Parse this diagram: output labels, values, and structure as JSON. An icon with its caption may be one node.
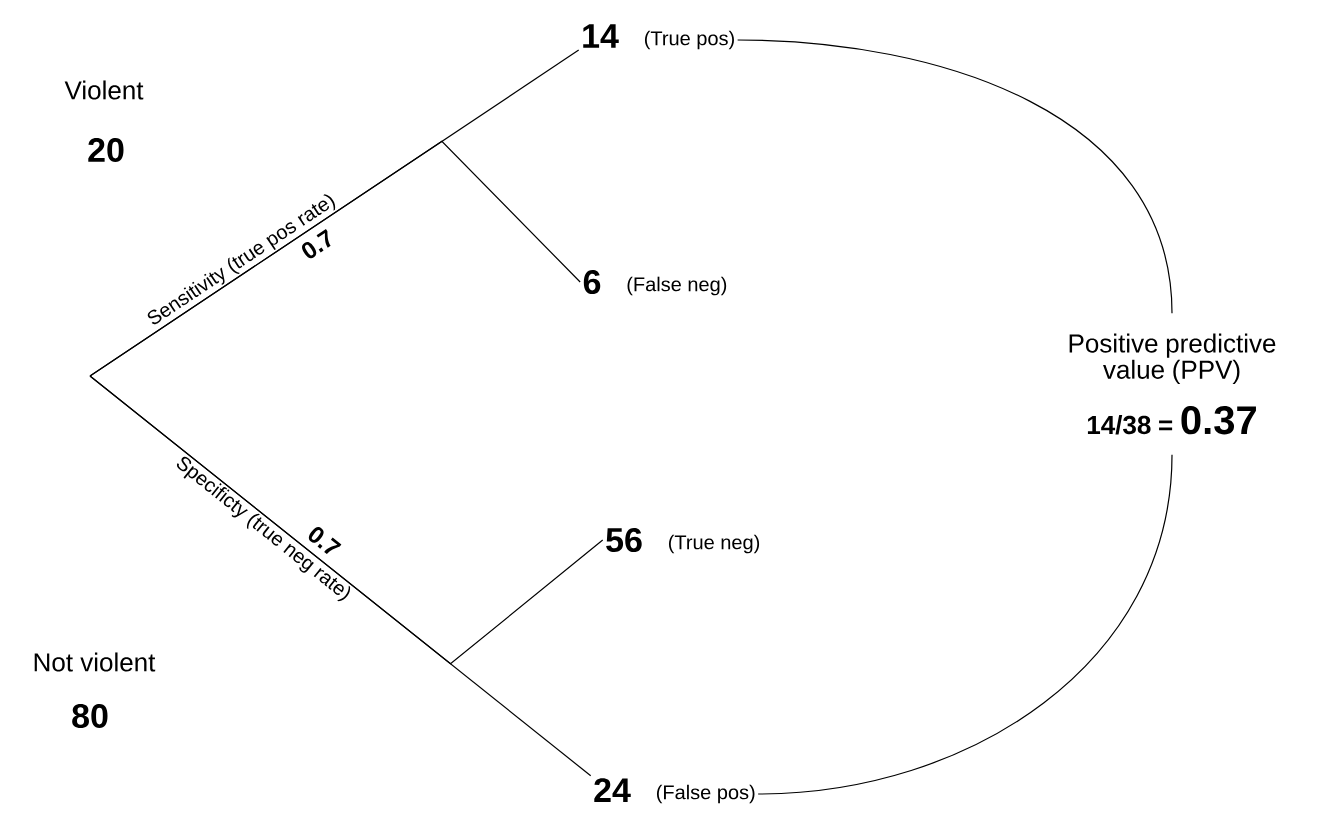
{
  "diagram": {
    "nodes": [
      {
        "text": [
          "14"
        ],
        "beside": [
          "(True pos)"
        ]
      },
      {
        "text": [
          "6"
        ],
        "beside": [
          "(False neg)"
        ]
      },
      {
        "text": [
          "56"
        ],
        "beside": [
          "(True neg)"
        ]
      },
      {
        "text": [
          "24"
        ],
        "beside": [
          "(False pos)"
        ]
      },
      {
        "text": [
          "Positive predictive value (PPV)",
          "14/38 =",
          "0.37"
        ]
      }
    ],
    "edges": [
      {
        "from": null,
        "to": 0,
        "arrow": "none",
        "label": "Sensitivity (true pos rate)"
      },
      {
        "from": null,
        "to": 1,
        "arrow": "none"
      },
      {
        "from": null,
        "to": 2,
        "arrow": "none",
        "label": "Specificty (true neg rate)"
      },
      {
        "from": null,
        "to": 3,
        "arrow": "none"
      },
      {
        "from": 0,
        "to": 4,
        "arrow": "none"
      },
      {
        "from": 3,
        "to": 4,
        "arrow": "none"
      }
    ],
    "labels": [
      "Violent",
      "20",
      "Not violent",
      "80",
      "0.7",
      "0.7"
    ]
  }
}
